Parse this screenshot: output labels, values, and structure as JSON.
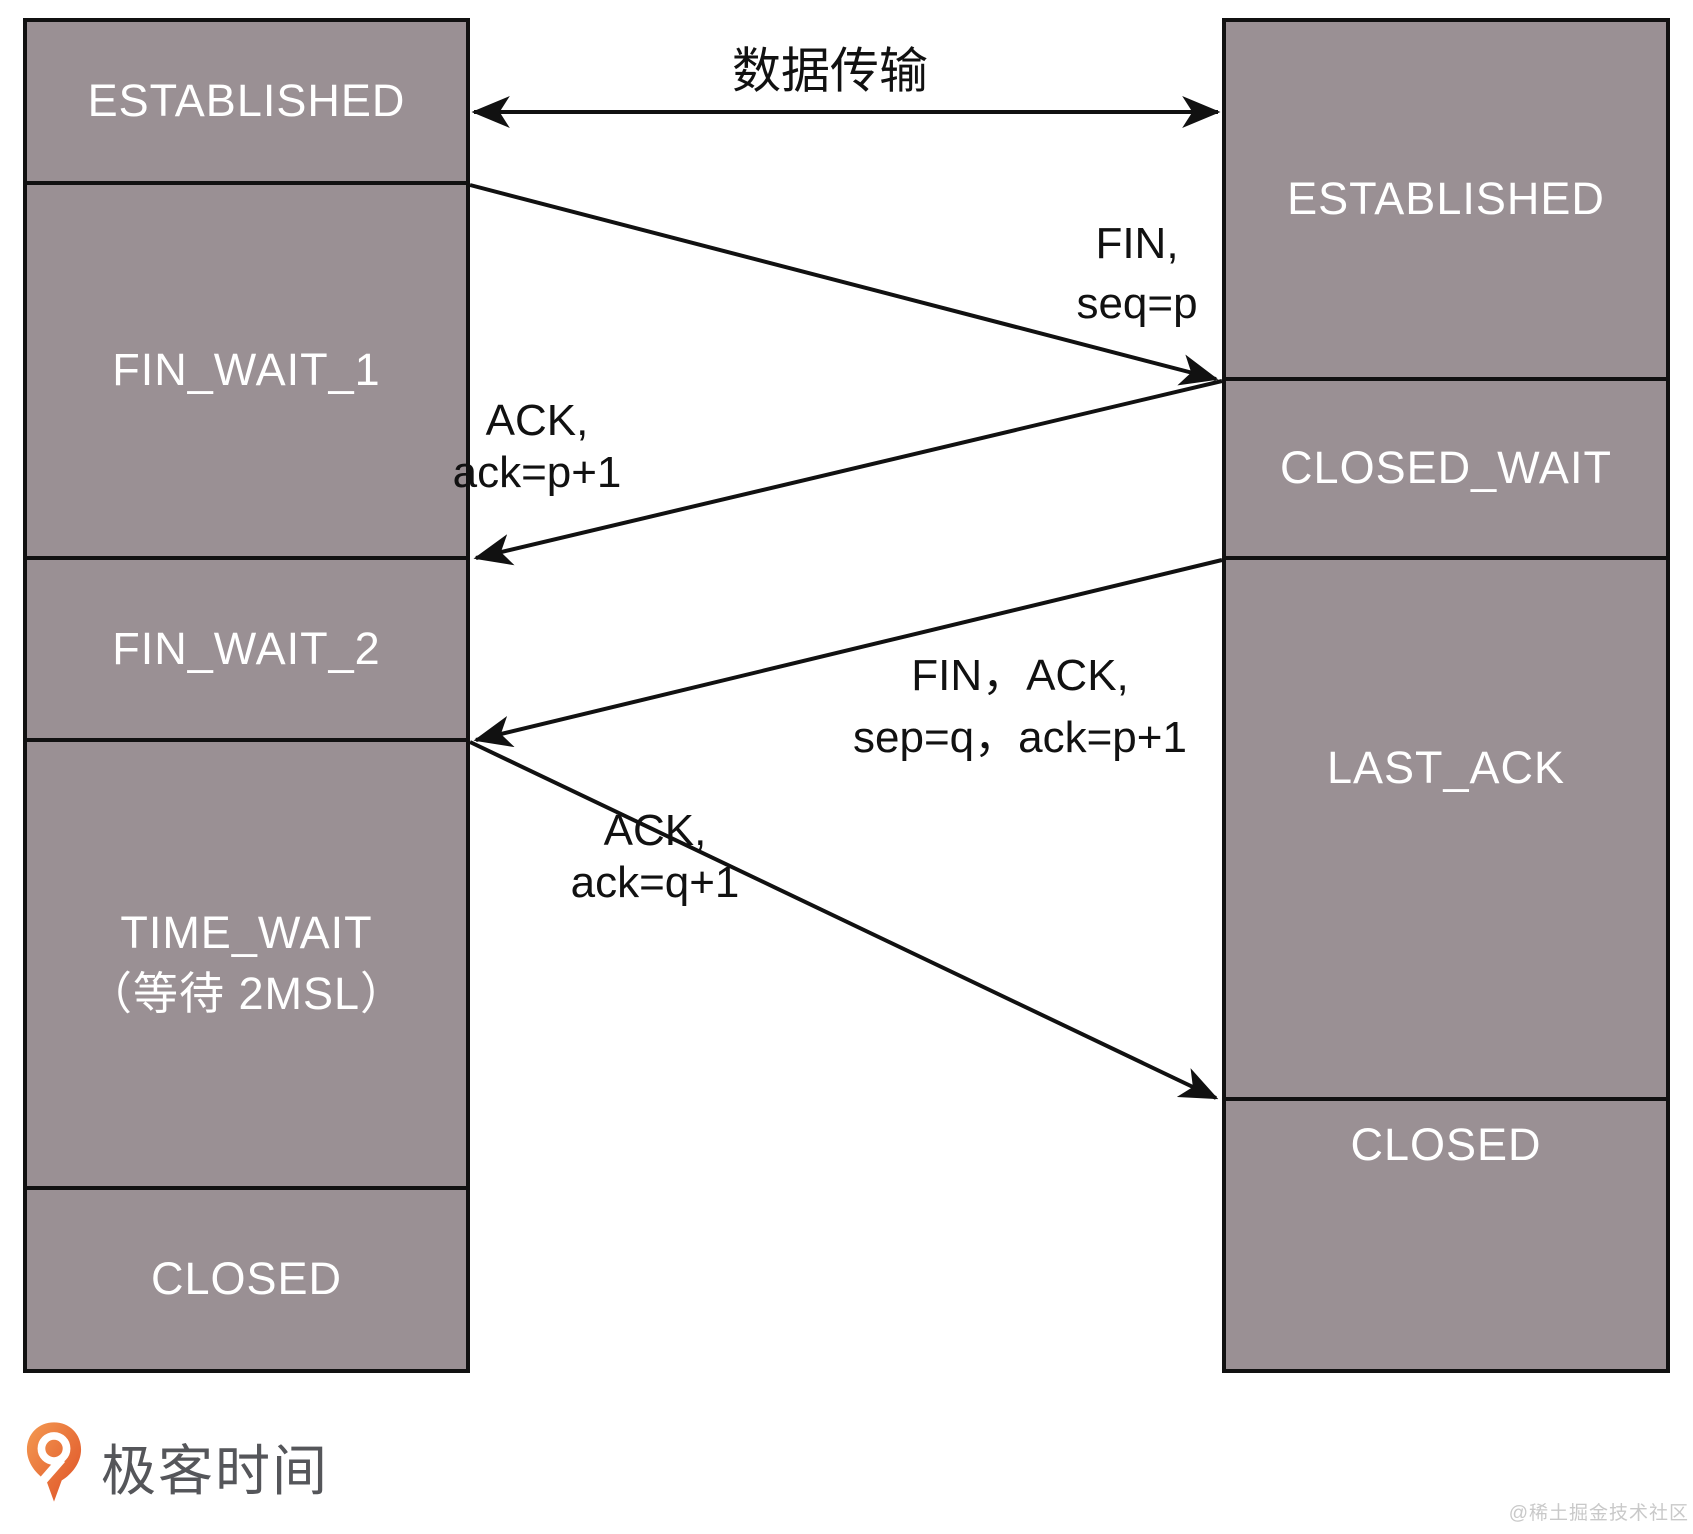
{
  "left_column": {
    "states": [
      {
        "label": "ESTABLISHED"
      },
      {
        "label": "FIN_WAIT_1"
      },
      {
        "label": "FIN_WAIT_2"
      },
      {
        "label": "TIME_WAIT",
        "sublabel": "（等待 2MSL）"
      },
      {
        "label": "CLOSED"
      }
    ]
  },
  "right_column": {
    "states": [
      {
        "label": "ESTABLISHED"
      },
      {
        "label": "CLOSED_WAIT"
      },
      {
        "label": "LAST_ACK"
      },
      {
        "label": "CLOSED"
      }
    ]
  },
  "messages": {
    "data_transfer": {
      "label": "数据传输"
    },
    "fin": {
      "line1": "FIN,",
      "line2": "seq=p"
    },
    "ack_p": {
      "line1": "ACK,",
      "line2": "ack=p+1"
    },
    "fin_ack": {
      "line1": "FIN，ACK,",
      "line2": "sep=q，ack=p+1"
    },
    "ack_q": {
      "line1": "ACK,",
      "line2": "ack=q+1"
    }
  },
  "footer": {
    "logo_text": "极客时间",
    "watermark": "@稀土掘金技术社区"
  },
  "colors": {
    "box_fill": "#9a9094",
    "box_border": "#111111",
    "state_text": "#ffffff",
    "arrow": "#111111",
    "label_text": "#111111",
    "logo_text": "#55565a",
    "logo_orange_light": "#f49a52",
    "logo_orange_dark": "#de5026",
    "watermark": "#c9c9c9"
  }
}
